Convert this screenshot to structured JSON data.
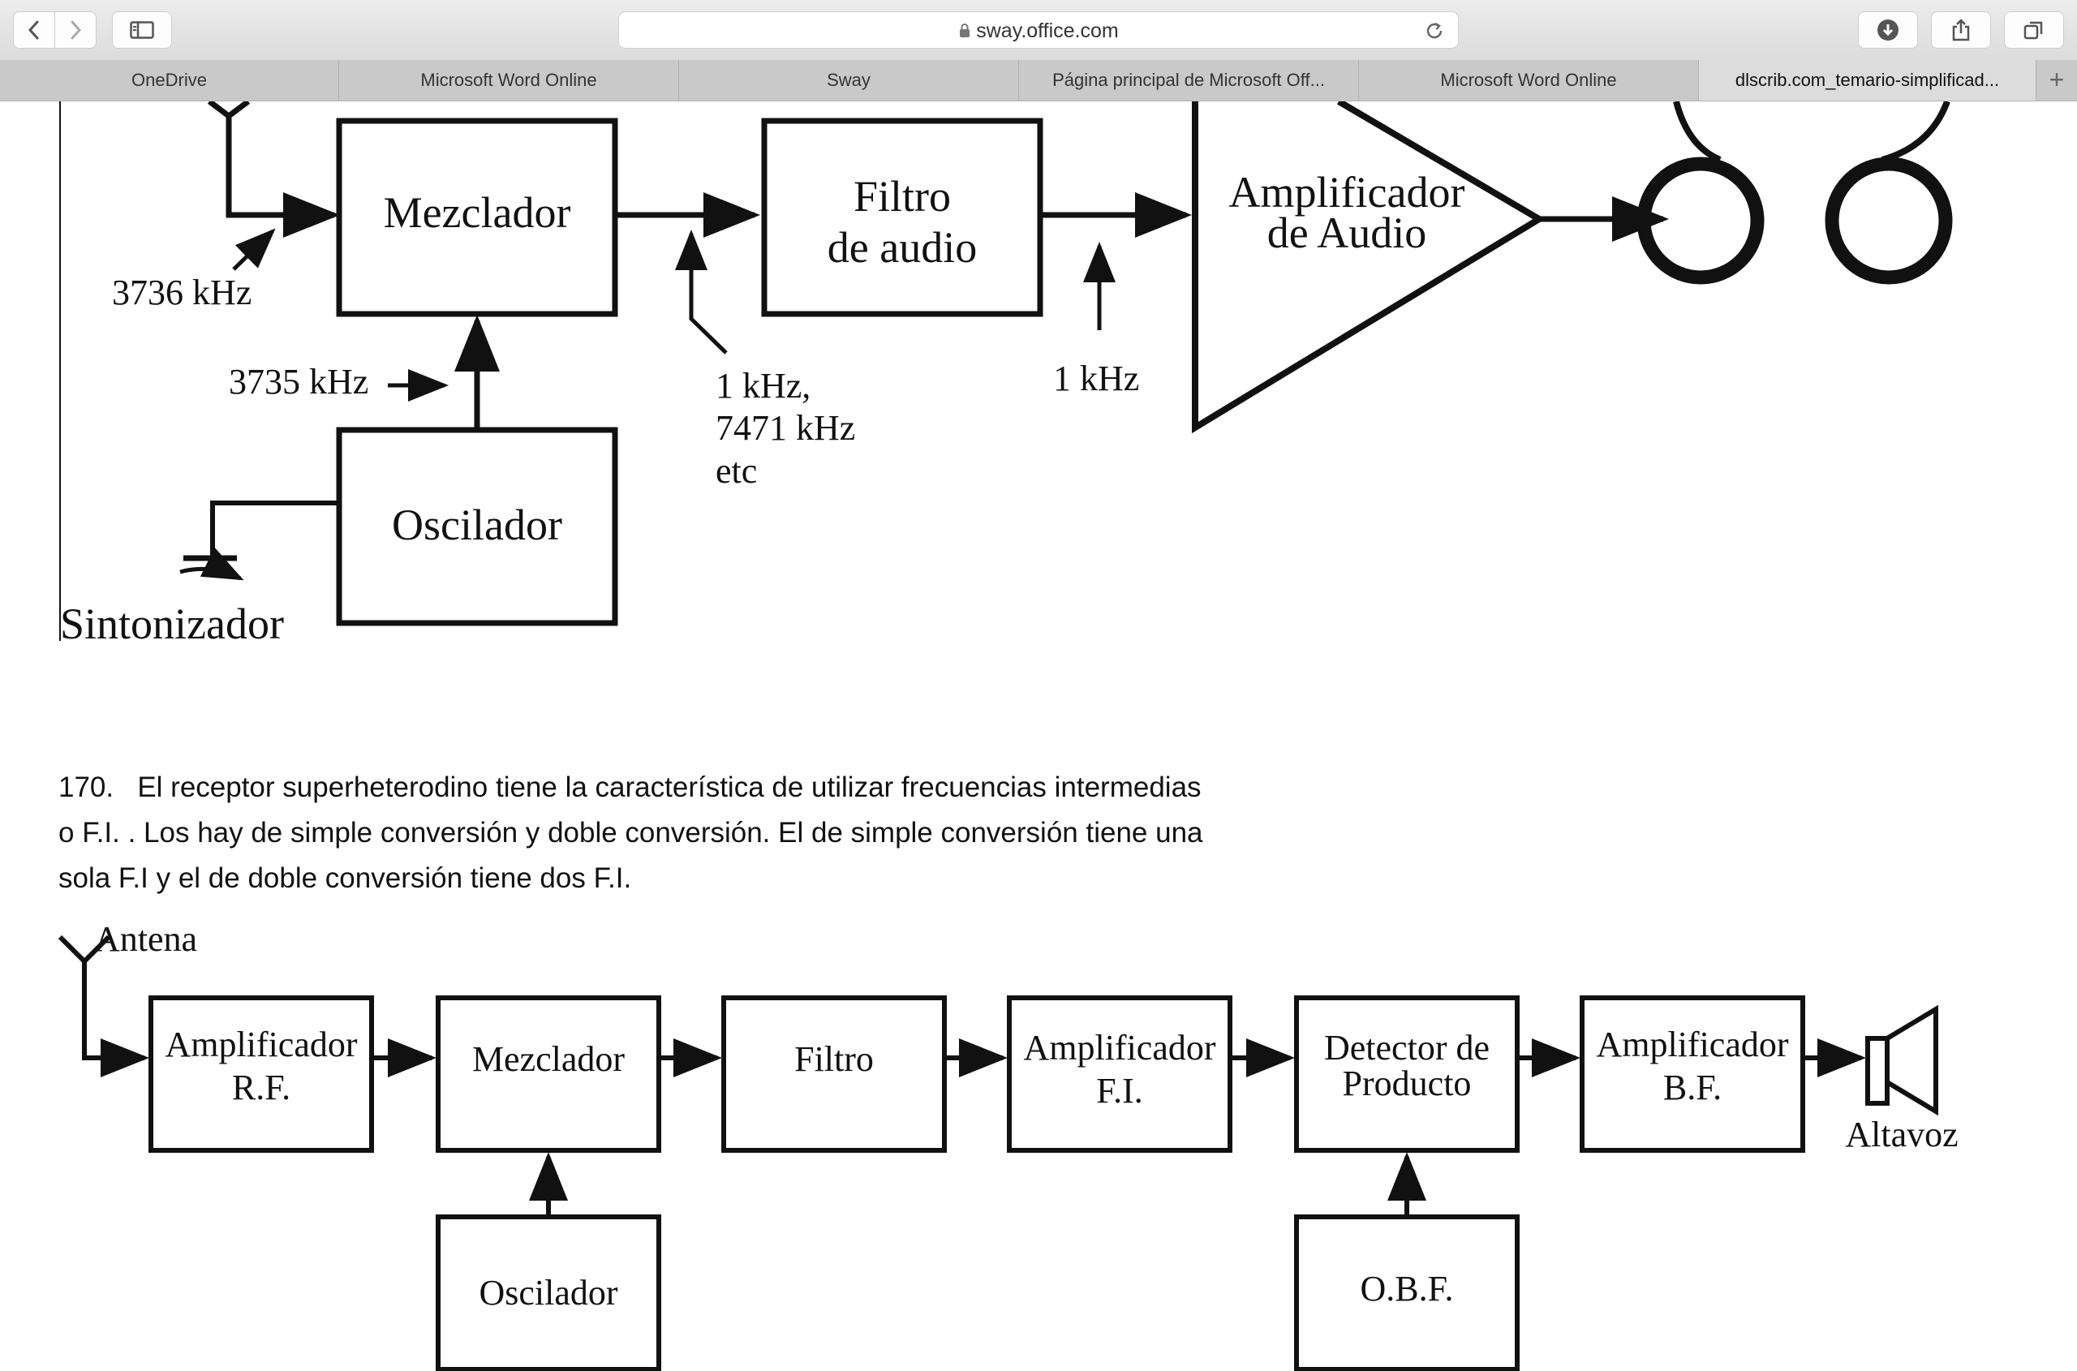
{
  "browser": {
    "url": "sway.office.com",
    "tabs": [
      {
        "label": "OneDrive",
        "active": false
      },
      {
        "label": "Microsoft Word Online",
        "active": false
      },
      {
        "label": "Sway",
        "active": false
      },
      {
        "label": "Página principal de Microsoft Off...",
        "active": false
      },
      {
        "label": "Microsoft Word Online",
        "active": false
      },
      {
        "label": "dlscrib.com_temario-simplificad...",
        "active": true
      }
    ]
  },
  "diagram1": {
    "mixer": "Mezclador",
    "filter_line1": "Filtro",
    "filter_line2": "de audio",
    "amp_line1": "Amplificador",
    "amp_line2": "de Audio",
    "oscillator": "Oscilador",
    "tuner": "Sintonizador",
    "freq_in": "3736 kHz",
    "freq_osc": "3735 kHz",
    "freq_mix_1": "1 kHz,",
    "freq_mix_2": "7471 kHz",
    "freq_mix_3": "etc",
    "freq_audio": "1 kHz"
  },
  "paragraph": {
    "number": "170.",
    "text": "El receptor superheterodino tiene la característica de utilizar frecuencias intermedias o F.I. . Los hay de simple conversión y doble conversión. El de simple conversión tiene una sola F.I y el de doble conversión tiene dos F.I."
  },
  "diagram2": {
    "antenna": "Antena",
    "rf_amp_1": "Amplificador",
    "rf_amp_2": "R.F.",
    "mixer": "Mezclador",
    "filter": "Filtro",
    "if_amp_1": "Amplificador",
    "if_amp_2": "F.I.",
    "detector_1": "Detector de",
    "detector_2": "Producto",
    "lf_amp_1": "Amplificador",
    "lf_amp_2": "B.F.",
    "speaker": "Altavoz",
    "oscillator": "Oscilador",
    "obf": "O.B.F."
  }
}
